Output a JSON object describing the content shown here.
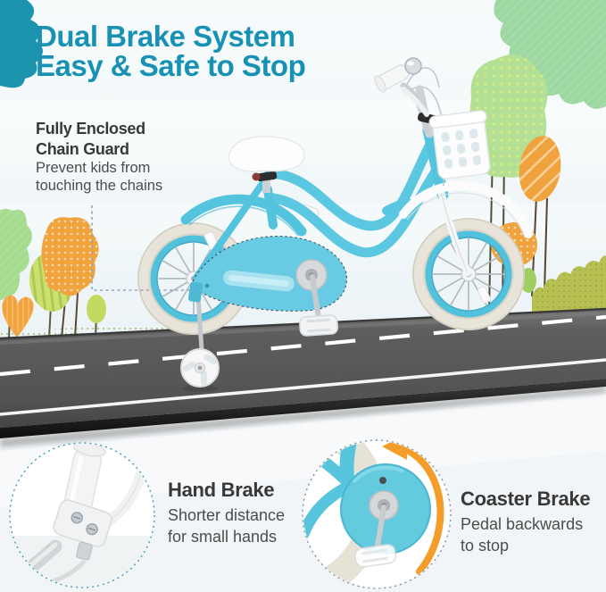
{
  "headline": {
    "line1": "Dual Brake System",
    "line2": "Easy & Safe to Stop"
  },
  "callouts": {
    "chain_guard": {
      "heading_line1": "Fully Enclosed",
      "heading_line2": "Chain Guard",
      "body_line1": "Prevent kids from",
      "body_line2": "touching the chains"
    },
    "hand_brake": {
      "heading": "Hand Brake",
      "body_line1": "Shorter distance",
      "body_line2": "for small hands"
    },
    "coaster_brake": {
      "heading": "Coaster Brake",
      "body_line1": "Pedal backwards",
      "body_line2": "to stop"
    }
  },
  "icons": {
    "corner_blob": "teal-cloud-blob",
    "rotate_arrow": "backward-pedal-rotation-arrow",
    "callout_line": "dashed-pointer-line"
  },
  "colors": {
    "accent_teal": "#1792b4",
    "corner_blob_teal": "#1d94ae",
    "bike_blue": "#5cc7e0",
    "tire_cream": "#e8e4d9",
    "road_gray": "#585858",
    "road_line_white": "#f5f5f5",
    "tree_green_light": "#b3e095",
    "tree_green_corner": "#9dd7a1",
    "tree_green_striped": "#cddf6d",
    "tree_orange": "#f1a33e",
    "hedge_olive": "#b7c052",
    "heading_text": "#383838",
    "body_text": "#4c4c4c",
    "arrow_orange": "#f59d2b",
    "inset_border_teal": "#3d9fb2",
    "inset_border_gray": "#8595a0"
  }
}
